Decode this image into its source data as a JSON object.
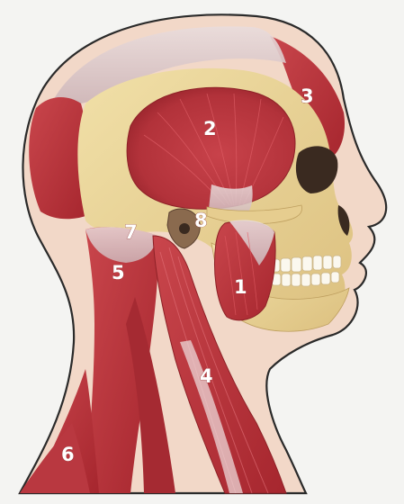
{
  "labels": {
    "masseter": "1",
    "temporalis": "2",
    "frontalis": "3",
    "sternocleidomastoid": "4",
    "splenius_capitis": "5",
    "trapezius": "6",
    "occipitalis": "7",
    "auricular": "8"
  },
  "colors": {
    "background": "#f4f4f2",
    "muscle": "#b8353c",
    "muscle_dark": "#8e2127",
    "tendon": "#d8c8c8",
    "bone": "#e9d39a",
    "outline": "#2a2a2a",
    "label_text": "#ffffff"
  }
}
